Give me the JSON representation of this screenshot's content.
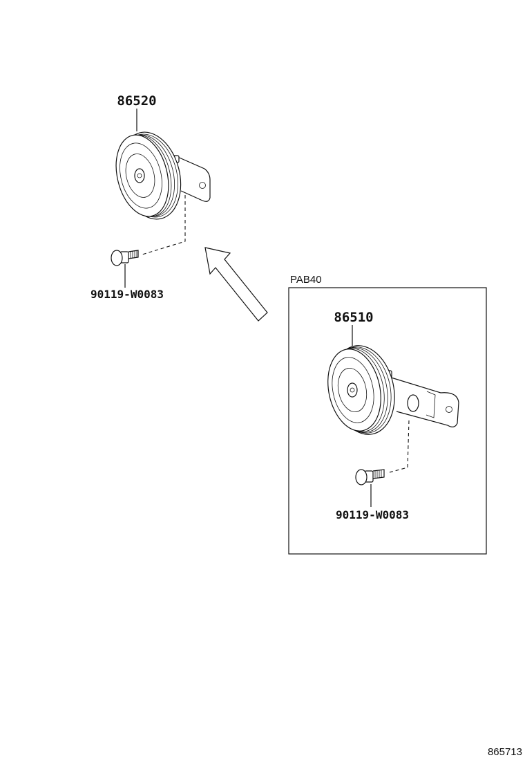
{
  "diagram": {
    "parts": {
      "horn_main": {
        "part_number": "86520"
      },
      "bolt_main": {
        "part_number": "90119-W0083"
      },
      "horn_inset": {
        "part_number": "86510"
      },
      "bolt_inset": {
        "part_number": "90119-W0083"
      }
    },
    "inset": {
      "label": "PAB40"
    },
    "figure_id": "865713",
    "colors": {
      "line": "#111111",
      "background": "#ffffff"
    }
  }
}
